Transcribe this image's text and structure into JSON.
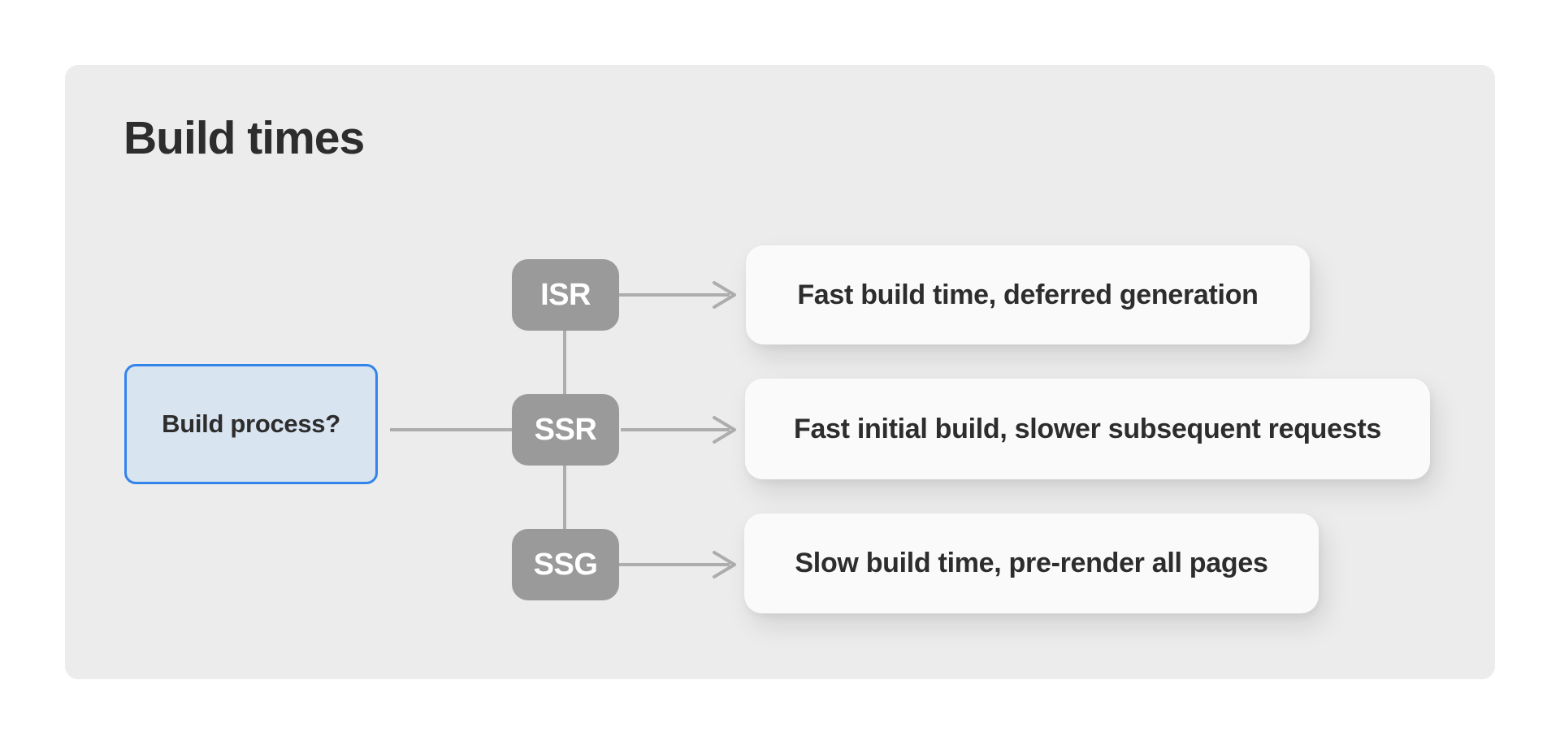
{
  "page": {
    "title": "Build times"
  },
  "diagram": {
    "root": {
      "label": "Build process?"
    },
    "branches": [
      {
        "id": "isr",
        "label": "ISR"
      },
      {
        "id": "ssr",
        "label": "SSR"
      },
      {
        "id": "ssg",
        "label": "SSG"
      }
    ],
    "outcomes": [
      {
        "from": "ISR",
        "label": "Fast build time, deferred generation"
      },
      {
        "from": "SSR",
        "label": "Fast initial build, slower subsequent requests"
      },
      {
        "from": "SSG",
        "label": "Slow build time, pre-render all pages"
      }
    ]
  },
  "theme": {
    "page-bg": "#ffffff",
    "card-bg": "#ececec",
    "title-color": "#2d2d2d",
    "root-fill": "#d9e4f1",
    "root-border": "#3284ea",
    "branch-fill": "#9a9a9a",
    "branch-text": "#ffffff",
    "outcome-fill": "#fafafa",
    "outcome-text": "#2d2d2d",
    "connector": "#adadad"
  }
}
